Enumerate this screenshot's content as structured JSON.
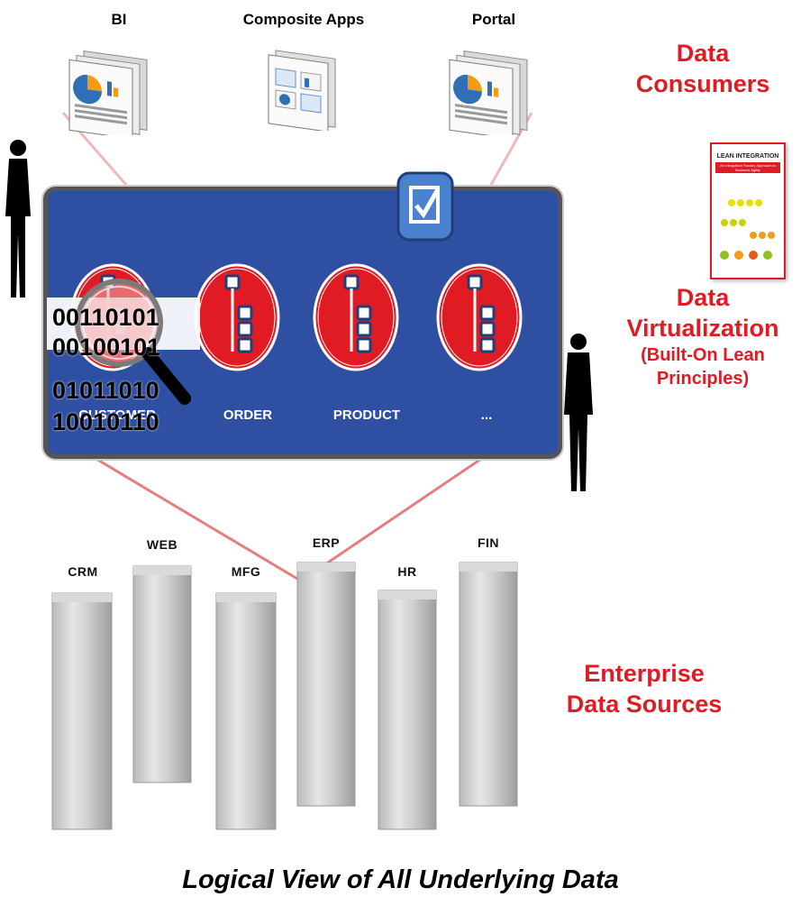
{
  "consumers": {
    "items": [
      "BI",
      "Composite Apps",
      "Portal"
    ],
    "heading_line1": "Data",
    "heading_line2": "Consumers"
  },
  "virtualization": {
    "heading_line1": "Data",
    "heading_line2": "Virtualization",
    "sub_line1": "(Built-On Lean",
    "sub_line2": "Principles)",
    "entities": [
      "CUSTOMER",
      "ORDER",
      "PRODUCT",
      "..."
    ],
    "binary": [
      "00110101",
      "00100101",
      "01011010",
      "10010110"
    ]
  },
  "book": {
    "title": "LEAN INTEGRATION",
    "subtitle": "An Integration Factory Approach to Business Agility"
  },
  "sources": {
    "servers": [
      "CRM",
      "WEB",
      "MFG",
      "ERP",
      "HR",
      "FIN"
    ],
    "heading_line1": "Enterprise",
    "heading_line2": "Data Sources"
  },
  "footer": "Logical View of All Underlying Data",
  "colors": {
    "accent_red": "#e01b24",
    "panel_blue": "#2f4fa2",
    "server_gray": "#c8c8c8"
  }
}
